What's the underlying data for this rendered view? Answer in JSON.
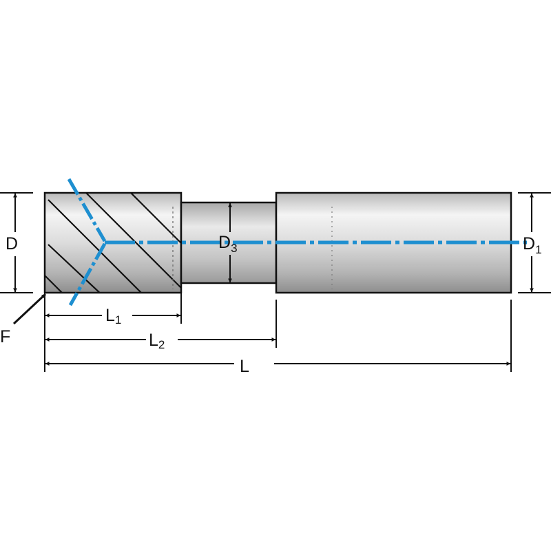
{
  "colors": {
    "background": "#ffffff",
    "outline": "#111111",
    "body_light": "#f4f4f4",
    "body_dark": "#8e8e8e",
    "centerline": "#1e8fd0"
  },
  "labels": {
    "D": {
      "main": "D",
      "sub": ""
    },
    "D1": {
      "main": "D",
      "sub": "1"
    },
    "D3": {
      "main": "D",
      "sub": "3"
    },
    "F": {
      "main": "F",
      "sub": ""
    },
    "L": {
      "main": "L",
      "sub": ""
    },
    "L1": {
      "main": "L",
      "sub": "1"
    },
    "L2": {
      "main": "L",
      "sub": "2"
    }
  }
}
